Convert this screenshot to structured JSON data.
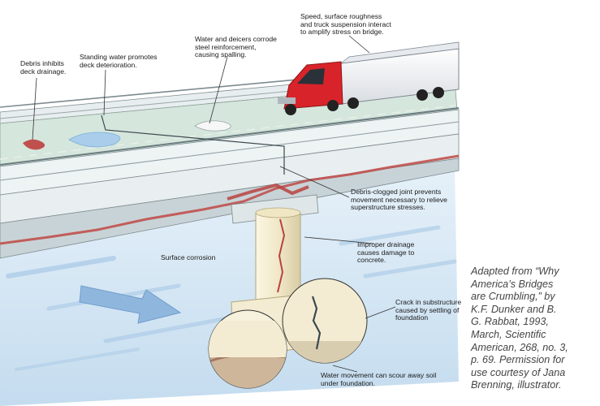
{
  "labels": {
    "truck_stress": [
      "Speed, surface roughness",
      "and truck suspension interact",
      "to amplify stress on bridge."
    ],
    "deicers": [
      "Water and deicers corrode",
      "steel reinforcement,",
      "causing spalling."
    ],
    "debris_drainage": [
      "Debris inhibits",
      "deck drainage."
    ],
    "standing_water": [
      "Standing water promotes",
      "deck deterioration."
    ],
    "clogged_joint": [
      "Debris-clogged joint prevents",
      "movement necessary to relieve",
      "superstructure stresses."
    ],
    "improper_drainage": [
      "Improper drainage",
      "causes damage to",
      "concrete."
    ],
    "surface_corrosion": [
      "Surface corrosion"
    ],
    "crack_substructure": [
      "Crack in substructure",
      "caused by settling of",
      "foundation"
    ],
    "water_scour": [
      "Water movement can scour away soil",
      "under foundation."
    ]
  },
  "caption": [
    "Adapted from “Why",
    "America’s Bridges",
    "are Crumbling,” by",
    "K.F. Dunker and B.",
    "G. Rabbat, 1993,",
    "March, Scientific",
    "American, 268, no. 3,",
    "p. 69. Permission for",
    "use courtesy of Jana",
    "Brenning, illustrator."
  ],
  "colors": {
    "water": "#cfe3f3",
    "deck": "#d7e6df",
    "railing": "#ffffff",
    "corrosion": "#c0504d",
    "truck_cab": "#d9232a",
    "trailer": "#f2f2f2",
    "pier": "#f3ecd2"
  }
}
